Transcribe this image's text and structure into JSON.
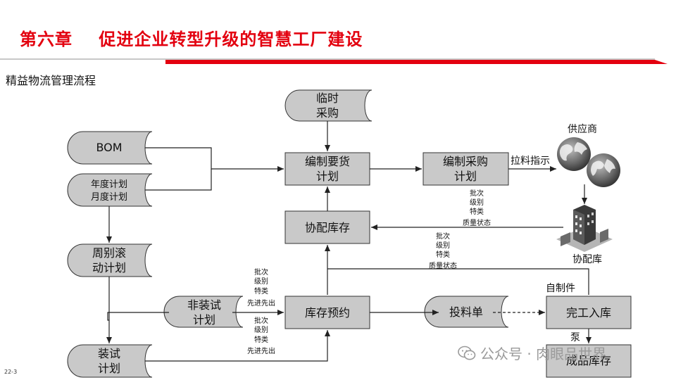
{
  "header": {
    "title": "第六章    促进企业转型升级的智慧工厂建设",
    "subtitle": "精益物流管理流程",
    "slide_number": "22-3",
    "accent_color": "#e3000f"
  },
  "watermark": {
    "text": "公众号 · 肉眼品世界",
    "icon": "wechat-icon"
  },
  "nodes": {
    "temp_purchase": [
      "临时",
      "采购"
    ],
    "bom": "BOM",
    "yearly_plan": [
      "年度计划",
      "月度计划"
    ],
    "weekly_plan": [
      "周别滚",
      "动计划"
    ],
    "assembly_plan": [
      "装试",
      "计划"
    ],
    "non_assembly_plan": [
      "非装试",
      "计划"
    ],
    "demand_plan": [
      "编制要货",
      "计划"
    ],
    "purchase_plan": [
      "编制采购",
      "计划"
    ],
    "coordination_stock": "协配库存",
    "stock_reserve": "库存预约",
    "issue_order": "投料单",
    "completion_stock": "完工入库",
    "finished_stock": "成品库存"
  },
  "labels": {
    "pull_instruction": "拉料指示",
    "supplier": "供应商",
    "coordination_warehouse": "协配库",
    "self_made": "自制件",
    "pump": "泵",
    "attrs_purchase": [
      "批次",
      "级别",
      "特类",
      "质量状态"
    ],
    "attrs_warehouse": [
      "批次",
      "级别",
      "特类",
      "质量状态"
    ],
    "attrs_non_assembly": [
      "批次",
      "级别",
      "特类",
      "先进先出"
    ],
    "attrs_assembly": [
      "批次",
      "级别",
      "特类",
      "先进先出"
    ]
  }
}
